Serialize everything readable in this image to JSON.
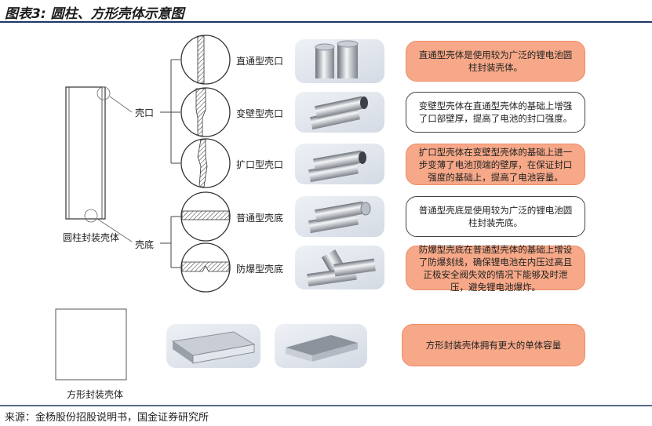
{
  "title": "图表3: 圆柱、方形壳体示意图",
  "source": "来源：金杨股份招股说明书，国金证券研究所",
  "cylinder": {
    "shell_label": "圆柱封装壳体",
    "mouth_label": "壳口",
    "bottom_label": "壳底",
    "rows": [
      {
        "label": "直通型壳口",
        "desc": "直通型壳体是使用较为广泛的锂电池圆柱封装壳体。",
        "style": "orange"
      },
      {
        "label": "变壁型壳口",
        "desc": "变壁型壳体在直通型壳体的基础上增强了口部壁厚，提高了电池的封口强度。",
        "style": "white"
      },
      {
        "label": "扩口型壳口",
        "desc": "扩口型壳体在变壁型壳体的基础上进一步变薄了电池顶端的壁厚，在保证封口强度的基础上，提高了电池容量。",
        "style": "orange"
      },
      {
        "label": "普通型壳底",
        "desc": "普通型壳底是使用较为广泛的锂电池圆柱封装壳底。",
        "style": "white"
      },
      {
        "label": "防爆型壳底",
        "desc": "防爆型壳底在普通型壳体的基础上增设了防爆刻线，确保锂电池在内压过高且正极安全阀失效的情况下能够及时泄压，避免锂电池爆炸。",
        "style": "orange"
      }
    ]
  },
  "prism": {
    "shell_label": "方形封装壳体",
    "desc": "方形封装壳体拥有更大的单体容量",
    "style": "orange"
  },
  "colors": {
    "rule": "#1f3864",
    "orange_fill": "#f6a888",
    "orange_border": "#ef8c68"
  }
}
